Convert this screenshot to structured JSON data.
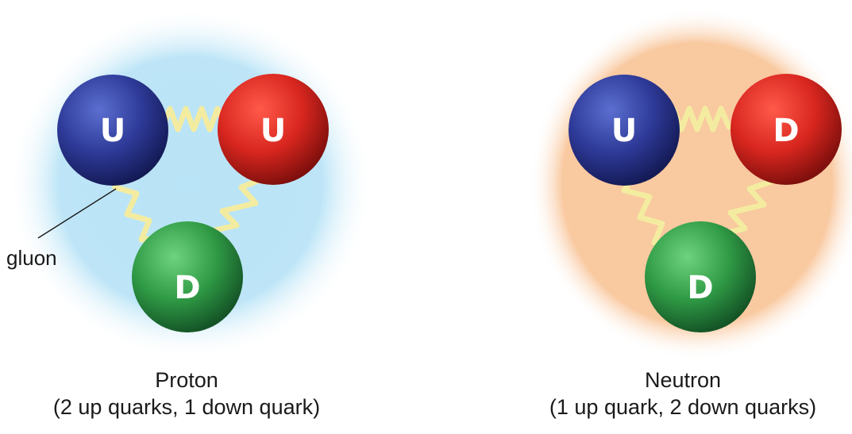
{
  "proton": {
    "name": "Proton",
    "composition": "(2 up quarks, 1 down quark)",
    "quarks": [
      "U",
      "U",
      "D"
    ],
    "cloud_color": "#b9e3f6"
  },
  "neutron": {
    "name": "Neutron",
    "composition": "(1 up quark, 2 down quarks)",
    "quarks": [
      "U",
      "D",
      "D"
    ],
    "cloud_color": "#f9c9a0"
  },
  "gluon_label": "gluon",
  "colors": {
    "blue_quark": "#2e3a98",
    "red_quark": "#d8261f",
    "green_quark": "#2f9a45",
    "gluon": "#f3eca0"
  }
}
